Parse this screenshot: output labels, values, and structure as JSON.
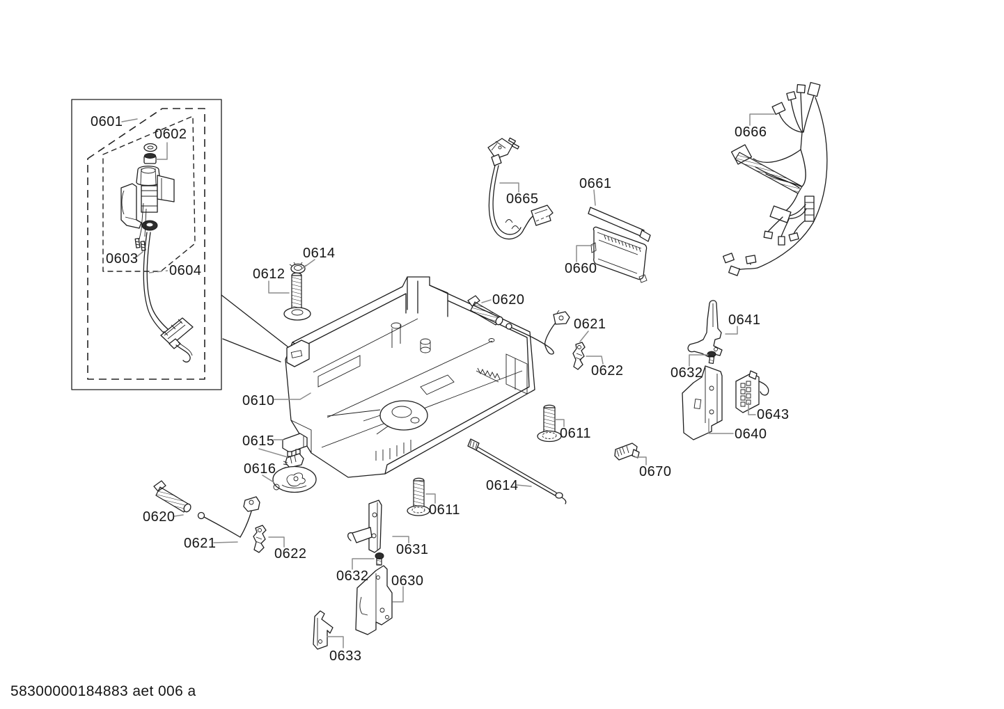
{
  "page": {
    "background": "#ffffff",
    "ink": "#1d1d1d",
    "leader_color": "#8c8c8c"
  },
  "footer": {
    "document_code": "58300000184883 aet 006 a"
  },
  "diagram": {
    "type": "exploded-parts-diagram",
    "callouts": [
      {
        "label": "0601"
      },
      {
        "label": "0602"
      },
      {
        "label": "0603"
      },
      {
        "label": "0604"
      },
      {
        "label": "0614"
      },
      {
        "label": "0612"
      },
      {
        "label": "0620"
      },
      {
        "label": "0621"
      },
      {
        "label": "0622"
      },
      {
        "label": "0665"
      },
      {
        "label": "0661"
      },
      {
        "label": "0660"
      },
      {
        "label": "0666"
      },
      {
        "label": "0641"
      },
      {
        "label": "0632"
      },
      {
        "label": "0643"
      },
      {
        "label": "0640"
      },
      {
        "label": "0611"
      },
      {
        "label": "0670"
      },
      {
        "label": "0614"
      },
      {
        "label": "0610"
      },
      {
        "label": "0615"
      },
      {
        "label": "0616"
      },
      {
        "label": "0620"
      },
      {
        "label": "0621"
      },
      {
        "label": "0622"
      },
      {
        "label": "0611"
      },
      {
        "label": "0631"
      },
      {
        "label": "0632"
      },
      {
        "label": "0630"
      },
      {
        "label": "0633"
      }
    ]
  }
}
